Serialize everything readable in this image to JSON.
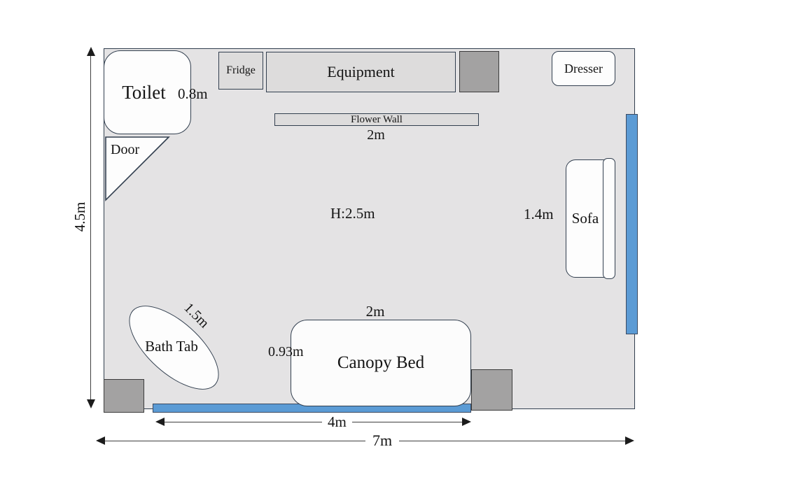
{
  "room": {
    "width_label": "7m",
    "height_label": "4.5m",
    "window_width_label": "4m",
    "ceiling_height_label": "H:2.5m"
  },
  "furniture": {
    "toilet": {
      "label": "Toilet",
      "dim_label": "0.8m"
    },
    "door": {
      "label": "Door"
    },
    "fridge": {
      "label": "Fridge"
    },
    "equipment": {
      "label": "Equipment"
    },
    "dresser": {
      "label": "Dresser"
    },
    "flower_wall": {
      "label": "Flower Wall",
      "dim_label": "2m"
    },
    "sofa": {
      "label": "Sofa",
      "dim_label": "1.4m"
    },
    "bath_tub": {
      "label": "Bath Tab",
      "dim_label": "1.5m"
    },
    "canopy_bed": {
      "label": "Canopy Bed",
      "width_label": "2m",
      "depth_label": "0.93m"
    }
  },
  "colors": {
    "room_fill": "#e4e3e4",
    "outline": "#323f4f",
    "window_blue": "#5b9bd5",
    "pillar_gray": "#a3a2a2",
    "furniture_fill": "#fdfdfd",
    "panel_fill": "#dddcdc",
    "dimension_line": "#3f3f3f"
  }
}
